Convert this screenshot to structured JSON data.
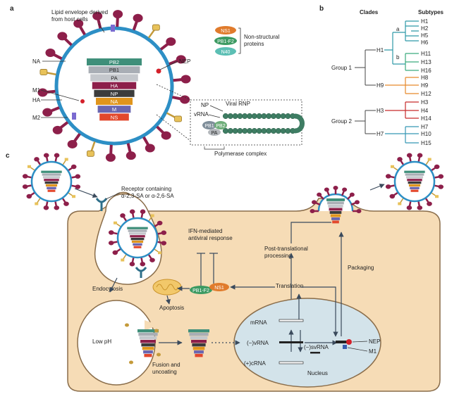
{
  "panel_labels": {
    "a": "a",
    "b": "b",
    "c": "c"
  },
  "panel_a": {
    "envelope_label": [
      "Lipid envelope derived",
      "from host cells"
    ],
    "left_labels": {
      "na": "NA",
      "m1": "M1",
      "ha": "HA",
      "m2": "M2"
    },
    "nep_label": "NEP",
    "segments": [
      {
        "label": "PB2",
        "color": "#3f8f7a"
      },
      {
        "label": "PB1",
        "color": "#a9aeb5"
      },
      {
        "label": "PA",
        "color": "#c4c7cc"
      },
      {
        "label": "HA",
        "color": "#8d1f4a"
      },
      {
        "label": "NP",
        "color": "#3c3c3c"
      },
      {
        "label": "NA",
        "color": "#e0951d"
      },
      {
        "label": "M",
        "color": "#6a66b0"
      },
      {
        "label": "NS",
        "color": "#e2472c"
      }
    ],
    "nonstructural": {
      "items": [
        "NS1",
        "PB1-F2",
        "N40"
      ],
      "caption": [
        "Non-structural",
        "proteins"
      ]
    },
    "rnp": {
      "np": "NP",
      "vrna": "vRNA",
      "title": "Viral RNP",
      "pb1": "PB1",
      "pb2": "PB2",
      "pa": "PA",
      "polymerase": "Polymerase complex"
    }
  },
  "panel_b": {
    "header_clades": "Clades",
    "header_subtypes": "Subtypes",
    "group1": "Group 1",
    "group2": "Group 2",
    "node_h1": "H1",
    "node_h9": "H9",
    "node_h3": "H3",
    "node_h7": "H7",
    "clade_a": "a",
    "clade_b": "b",
    "subtypes": [
      "H1",
      "H2",
      "H5",
      "H6",
      "H11",
      "H13",
      "H16",
      "H8",
      "H9",
      "H12",
      "H3",
      "H4",
      "H14",
      "H7",
      "H10",
      "H15"
    ],
    "colors": {
      "teal": "#2e99a8",
      "green": "#3aaa7d",
      "orange": "#e6892b",
      "red": "#c62b2b",
      "blue": "#3597b5"
    }
  },
  "panel_c": {
    "receptor": [
      "Receptor containing",
      "α-2,3-SA or α-2,6-SA"
    ],
    "ifn": [
      "IFN-mediated",
      "antiviral response"
    ],
    "endocytosis": "Endocytosis",
    "apoptosis": "Apoptosis",
    "pb1f2": "PB1-F2",
    "ns1": "NS1",
    "translation": "Translation",
    "post_translational": [
      "Post-translational",
      "processing"
    ],
    "packaging": "Packaging",
    "low_ph": "Low pH",
    "fusion": [
      "Fusion and",
      "uncoating"
    ],
    "mrna": "mRNA",
    "neg_vrna": "(−)vRNA",
    "neg_svrna": "(−)svRNA",
    "pos_crna": "(+)cRNA",
    "nucleus": "Nucleus",
    "nep": "NEP",
    "m1": "M1"
  }
}
